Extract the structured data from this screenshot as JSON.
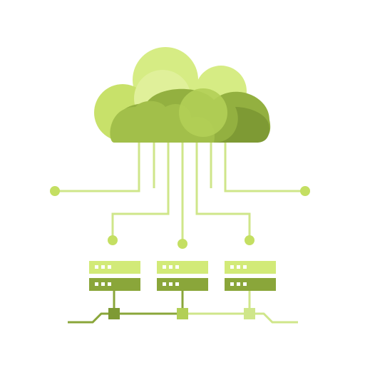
{
  "illustration": {
    "subject": "cloud-server-network",
    "colors": {
      "cloud_light": "#d6ec84",
      "cloud_mid": "#c0dc64",
      "cloud_dark": "#8caa3c",
      "cloud_darker": "#7e9a34",
      "line": "#cfe68a",
      "node_light": "#c4df62",
      "server_light": "#d2ea78",
      "server_dark": "#8aa63a",
      "server_led": "#ffffff",
      "bus_dark": "#8aa63a",
      "bus_light": "#cfe68a"
    },
    "servers": [
      {
        "id": "server-left"
      },
      {
        "id": "server-center"
      },
      {
        "id": "server-right"
      }
    ]
  }
}
